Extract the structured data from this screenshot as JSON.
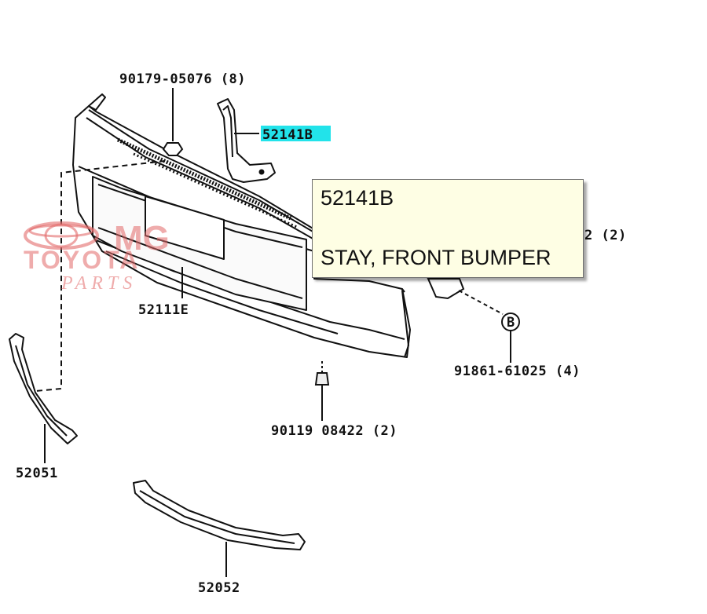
{
  "callouts": {
    "bolt_top": "90179-05076 (8)",
    "stay": "52141B",
    "bumper_cover": "52111E",
    "right_partial": "2 (2)",
    "right_bolt": "91861-61025 (4)",
    "clip_letter": "B",
    "bottom_bolt": "90119  08422 (2)",
    "left_molding": "52051",
    "lower_molding": "52052"
  },
  "tooltip": {
    "part_number": "52141B",
    "description": "STAY, FRONT BUMPER"
  },
  "watermark": {
    "line1": "MG",
    "line2": "TOYOTA",
    "line3": "PARTS"
  },
  "colors": {
    "highlight": "#22e3ea",
    "tooltip_bg": "#fefee4",
    "watermark": "#e36a6a"
  }
}
